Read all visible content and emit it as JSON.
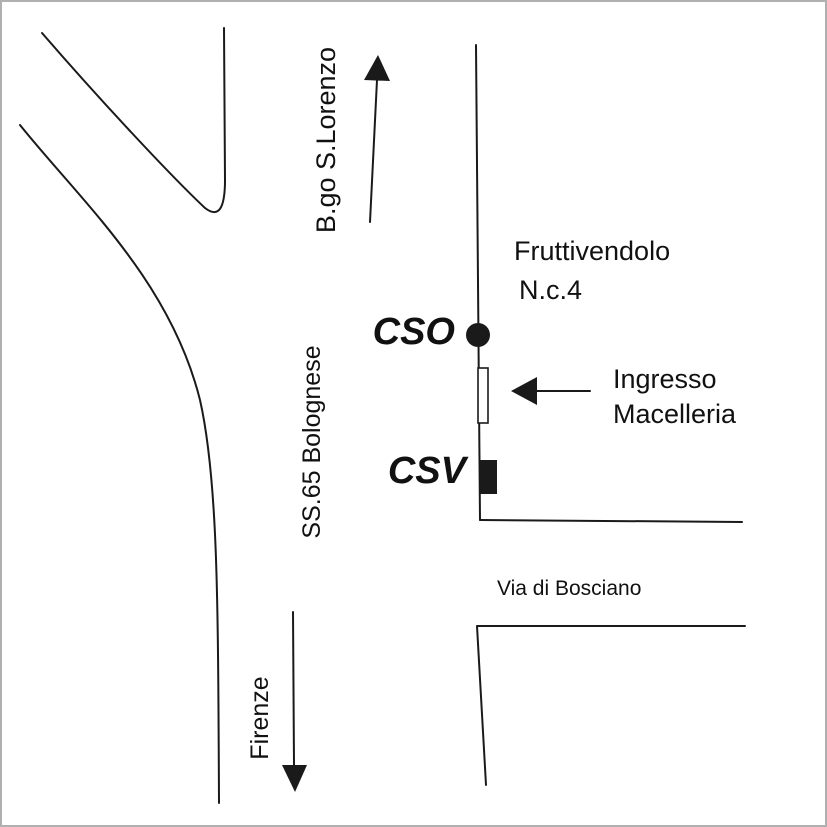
{
  "labels": {
    "borgo": "B.go S.Lorenzo",
    "statale": "SS.65 Bolognese",
    "firenze": "Firenze",
    "fruttivendolo": "Fruttivendolo",
    "numero_civico": "N.c.4",
    "ingresso": "Ingresso",
    "macelleria": "Macelleria",
    "via": "Via di Bosciano"
  },
  "markers": {
    "cso": "CSO",
    "csv": "CSV"
  },
  "colors": {
    "ink": "#1a1a1a",
    "background": "#ffffff",
    "frame": "#b0b0b0"
  }
}
